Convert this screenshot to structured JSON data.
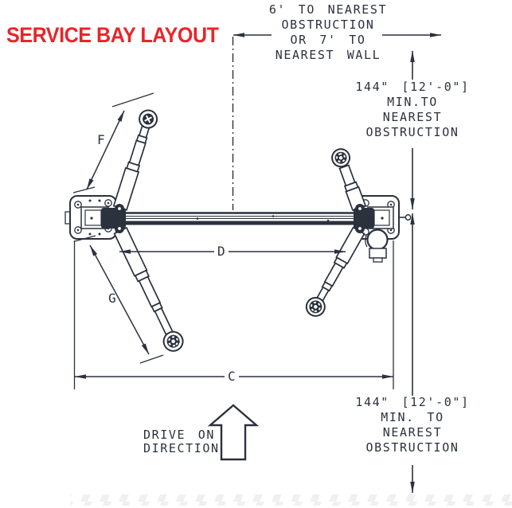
{
  "title": "SERVICE BAY LAYOUT",
  "colors": {
    "accent_red": "#e8252b",
    "line": "#2b313d",
    "floor_hatch": "#f0f0f0"
  },
  "annotations": {
    "top_clearance": {
      "lines": [
        "6' TO NEAREST",
        "OBSTRUCTION",
        "OR 7' TO",
        "NEAREST WALL"
      ]
    },
    "right_top_clearance": {
      "lines": [
        "144\" [12'-0\"]",
        "MIN.TO",
        "NEAREST",
        "OBSTRUCTION"
      ]
    },
    "right_bottom_clearance": {
      "lines": [
        "144\" [12'-0\"]",
        "MIN. TO",
        "NEAREST",
        "OBSTRUCTION"
      ]
    },
    "drive_direction": {
      "lines": [
        "DRIVE ON",
        "DIRECTION"
      ]
    }
  },
  "dimension_labels": {
    "front_arm_length": "F",
    "rear_arm_length": "G",
    "between_posts": "D",
    "overall_width": "C"
  }
}
